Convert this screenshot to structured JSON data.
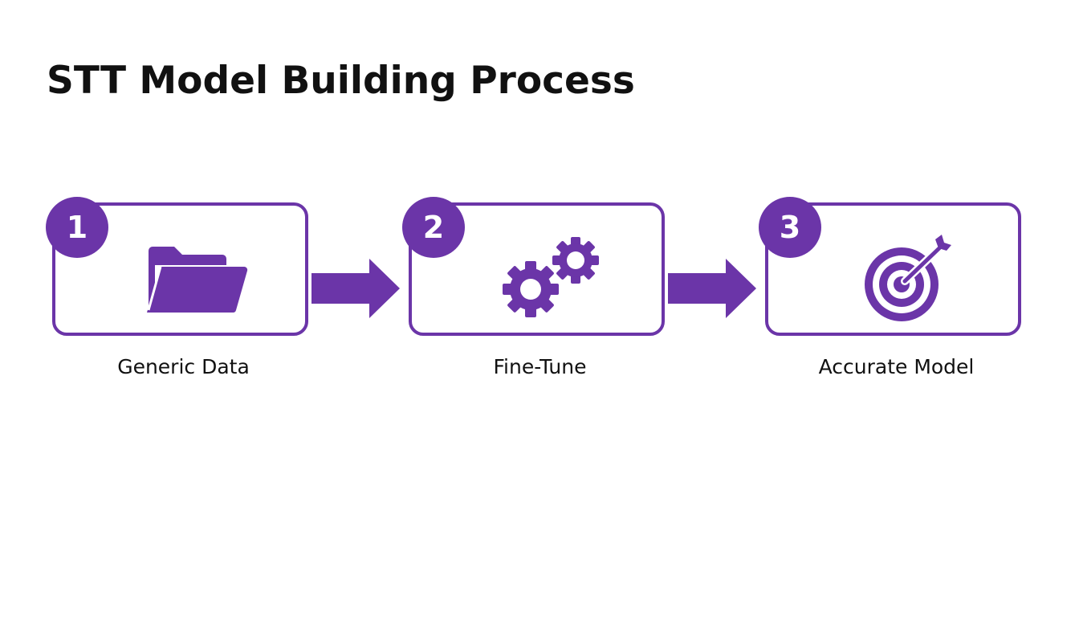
{
  "title": "STT Model Building Process",
  "accent_color": "#6b35a8",
  "steps": [
    {
      "number": "1",
      "label": "Generic Data",
      "icon": "folder-icon"
    },
    {
      "number": "2",
      "label": "Fine-Tune",
      "icon": "gears-icon"
    },
    {
      "number": "3",
      "label": "Accurate Model",
      "icon": "target-icon"
    }
  ]
}
